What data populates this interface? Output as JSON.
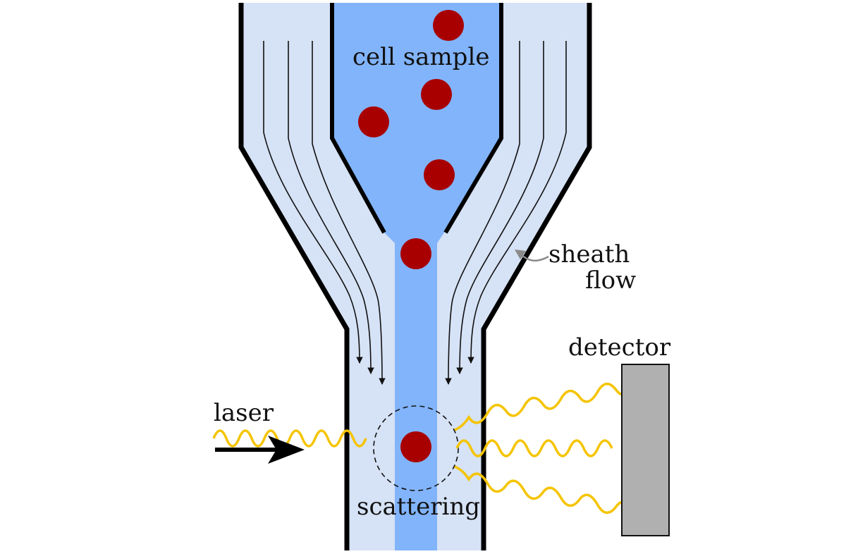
{
  "labels": {
    "cell_sample": "cell sample",
    "sheath_line1": "sheath",
    "sheath_line2": "flow",
    "detector": "detector",
    "laser": "laser",
    "scattering": "scattering"
  },
  "colors": {
    "sheath_fluid": "#d6e2f5",
    "sample_fluid": "#82b4fb",
    "cell": "#a80000",
    "wall": "#000000",
    "laser_wave": "#f5c400",
    "detector_fill": "#b0b0b0",
    "pointer_arrow": "#8a8a8a"
  }
}
